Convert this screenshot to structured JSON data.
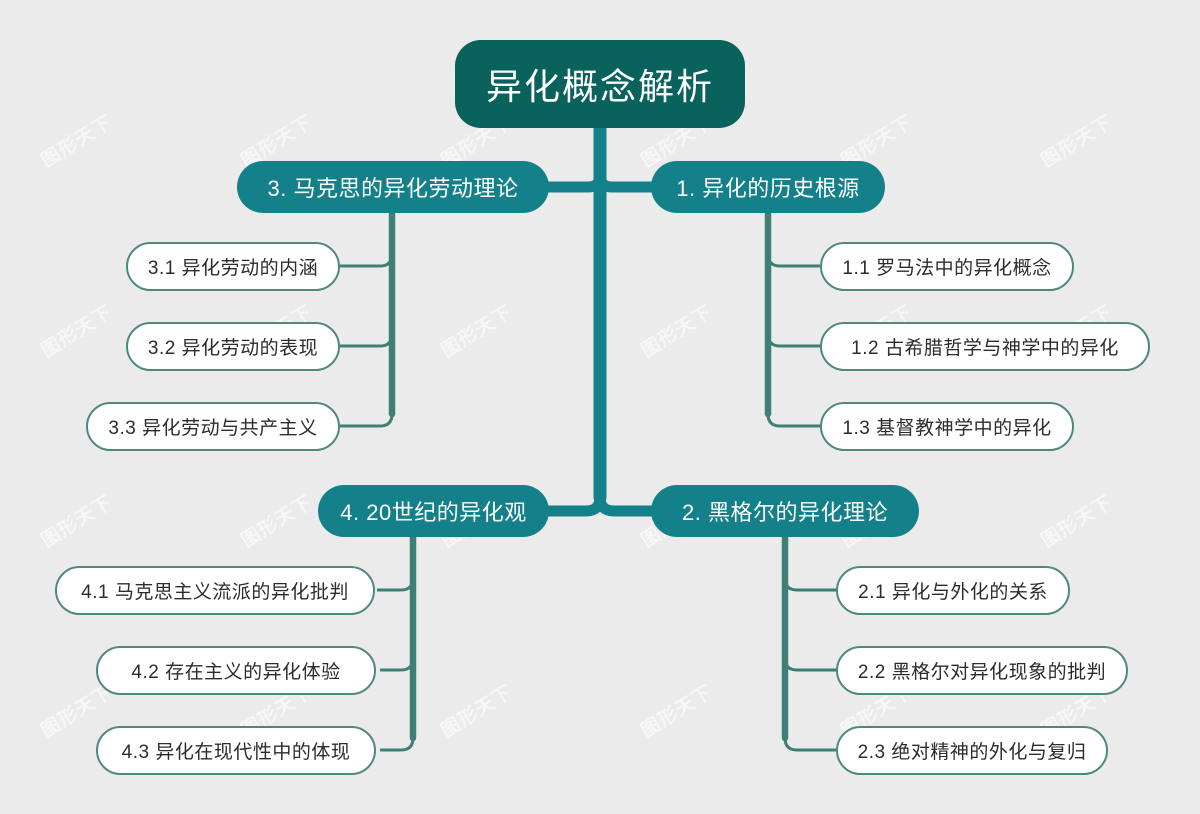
{
  "document": {
    "title": "异化概念解析",
    "type": "mind-map",
    "background_color": "#ebebeb",
    "watermark_text": "图形天下"
  },
  "colors": {
    "root_fill": "#0a625c",
    "branch_fill": "#14808a",
    "leaf_fill": "#ffffff",
    "leaf_border": "#4e8880",
    "connector_root": "#14808a",
    "connector_leaf": "#4e8880",
    "root_text": "#ffffff",
    "branch_text": "#ffffff",
    "leaf_text": "#2c2c2c"
  },
  "root": {
    "label": "异化概念解析"
  },
  "branches": [
    {
      "id": "b1",
      "label": "1. 异化的历史根源",
      "side": "right",
      "children": [
        {
          "id": "b1c1",
          "label": "1.1 罗马法中的异化概念"
        },
        {
          "id": "b1c2",
          "label": "1.2 古希腊哲学与神学中的异化"
        },
        {
          "id": "b1c3",
          "label": "1.3 基督教神学中的异化"
        }
      ]
    },
    {
      "id": "b2",
      "label": "2. 黑格尔的异化理论",
      "side": "right",
      "children": [
        {
          "id": "b2c1",
          "label": "2.1 异化与外化的关系"
        },
        {
          "id": "b2c2",
          "label": "2.2 黑格尔对异化现象的批判"
        },
        {
          "id": "b2c3",
          "label": "2.3 绝对精神的外化与复归"
        }
      ]
    },
    {
      "id": "b3",
      "label": "3. 马克思的异化劳动理论",
      "side": "left",
      "children": [
        {
          "id": "b3c1",
          "label": "3.1 异化劳动的内涵"
        },
        {
          "id": "b3c2",
          "label": "3.2 异化劳动的表现"
        },
        {
          "id": "b3c3",
          "label": "3.3 异化劳动与共产主义"
        }
      ]
    },
    {
      "id": "b4",
      "label": "4. 20世纪的异化观",
      "side": "left",
      "children": [
        {
          "id": "b4c1",
          "label": "4.1 马克思主义流派的异化批判"
        },
        {
          "id": "b4c2",
          "label": "4.2 存在主义的异化体验"
        },
        {
          "id": "b4c3",
          "label": "4.3 异化在现代性中的体现"
        }
      ]
    }
  ]
}
